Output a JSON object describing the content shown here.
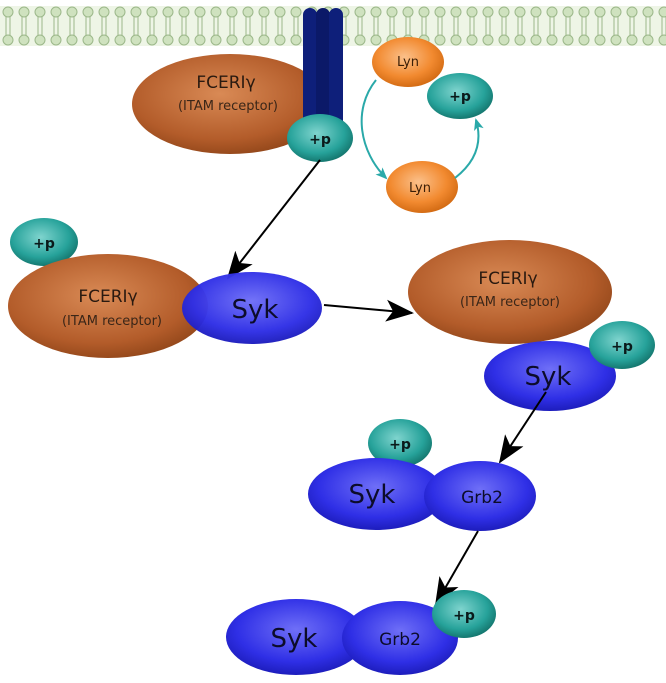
{
  "labels": {
    "receptor_name": "FCERIγ",
    "receptor_sub": "(ITAM receptor)",
    "syk": "Syk",
    "grb2": "Grb2",
    "lyn": "Lyn",
    "phospho": "+p"
  },
  "colors": {
    "receptor": "#b35c2a",
    "kinase_blue": "#2a2ae0",
    "phospho_teal": "#1f9e96",
    "lyn_orange": "#f28a30",
    "membrane": "#c9ddb8",
    "channel": "#0e1f7a",
    "arrow": "#000000",
    "cycle_arrow": "#2aa9a9"
  }
}
